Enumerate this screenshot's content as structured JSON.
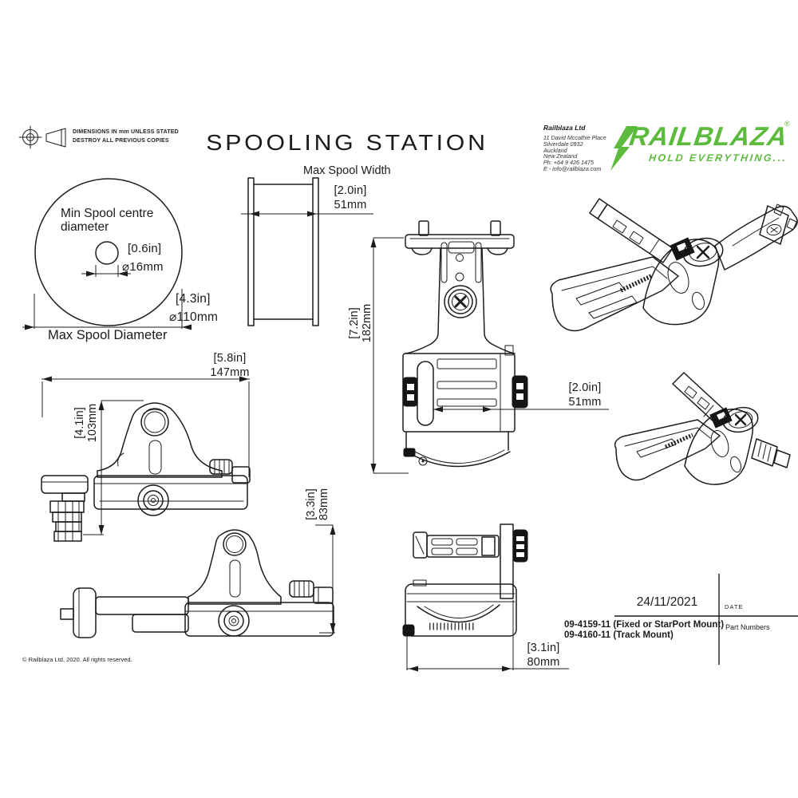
{
  "notes": {
    "line1": "DIMENSIONS IN mm UNLESS STATED",
    "line2": "DESTROY ALL PREVIOUS COPIES"
  },
  "title": "SPOOLING STATION",
  "company": {
    "name": "Railblaza Ltd",
    "line1": "11 David Mccathie Place",
    "line2": "Silverdale 0932",
    "line3": "Auckland",
    "line4": "New Zealand",
    "line5": "Ph: +64 9 426 1475",
    "line6": "E - info@railblaza.com"
  },
  "logo": {
    "brand": "RAILBLAZA",
    "registered": "®",
    "tagline": "HOLD EVERYTHING...",
    "color": "#5cba3c"
  },
  "dims": {
    "spool_centre": {
      "l1": "Min Spool centre",
      "l2": "diameter",
      "in": "[0.6in]",
      "mm": "⌀16mm"
    },
    "spool_diameter": {
      "label": "Max Spool Diameter",
      "in": "[4.3in]",
      "mm": "⌀110mm"
    },
    "spool_width": {
      "label": "Max Spool Width",
      "in": "[2.0in]",
      "mm": "51mm"
    },
    "overall_height": {
      "in": "[7.2in]",
      "mm": "182mm"
    },
    "overall_length": {
      "in": "[5.8in]",
      "mm": "147mm"
    },
    "bracket_height": {
      "in": "[4.1in]",
      "mm": "103mm"
    },
    "track_height": {
      "in": "[3.3in]",
      "mm": "83mm"
    },
    "spool_body_width": {
      "in": "[2.0in]",
      "mm": "51mm"
    },
    "body_depth": {
      "in": "[3.1in]",
      "mm": "80mm"
    }
  },
  "title_block": {
    "date": "24/11/2021",
    "date_label": "DATE",
    "part1": "09-4159-11 (Fixed or StarPort Mount)",
    "part2": "09-4160-11 (Track Mount)",
    "parts_label": "Part Numbers"
  },
  "copyright": "© Railblaza Ltd, 2020. All rights reserved."
}
